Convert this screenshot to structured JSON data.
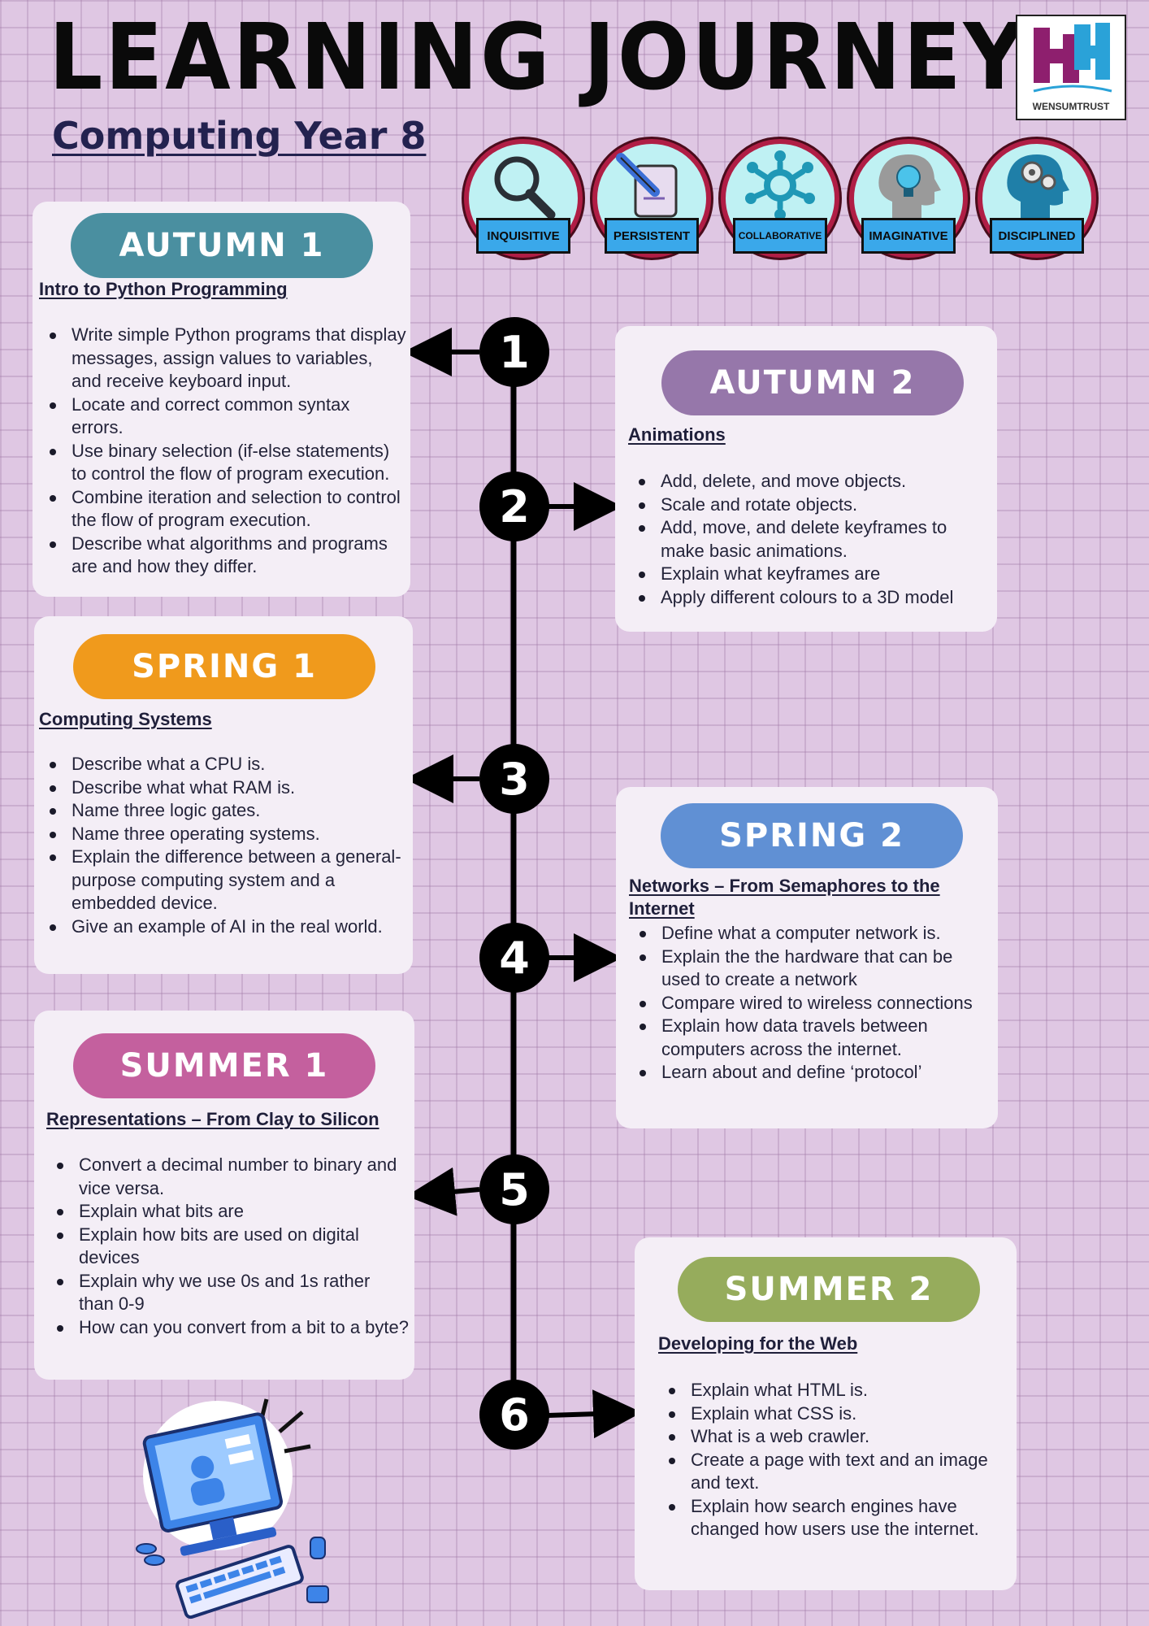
{
  "header": {
    "title": "LEARNING JOURNEY",
    "subtitle": "Computing Year 8",
    "logo_text": "WENSUMTRUST"
  },
  "values": [
    {
      "label": "INQUISITIVE",
      "icon": "magnifier-icon"
    },
    {
      "label": "PERSISTENT",
      "icon": "pen-scroll-icon"
    },
    {
      "label": "COLLABORATIVE",
      "icon": "people-circle-icon"
    },
    {
      "label": "IMAGINATIVE",
      "icon": "head-lightbulb-icon"
    },
    {
      "label": "DISCIPLINED",
      "icon": "head-gears-icon"
    }
  ],
  "colors": {
    "background": "#dfc7e3",
    "autumn1": "#4a8fa0",
    "autumn2": "#9677aa",
    "spring1": "#f09a1c",
    "spring2": "#6090d4",
    "summer1": "#c4609e",
    "summer2": "#96ac5c",
    "value_ring": "#b01e45",
    "value_tag": "#3aa8ea"
  },
  "terms": {
    "autumn1": {
      "label": "AUTUMN 1",
      "topic": "Intro to Python Programming",
      "items": [
        "Write simple Python programs that display messages, assign values to variables, and receive keyboard input.",
        "Locate and correct common syntax errors.",
        "Use binary selection (if-else statements) to control the flow of program execution.",
        "Combine iteration and selection to control the flow of program execution.",
        "Describe what algorithms and programs are and how they differ."
      ]
    },
    "autumn2": {
      "label": "AUTUMN 2",
      "topic": "Animations",
      "items": [
        "Add, delete, and move objects.",
        "Scale and rotate objects.",
        "Add, move, and delete keyframes to make basic animations.",
        "Explain what keyframes are",
        "Apply different colours to a 3D model"
      ]
    },
    "spring1": {
      "label": "SPRING 1",
      "topic": "Computing Systems",
      "items": [
        "Describe what a CPU is.",
        "Describe what what RAM is.",
        "Name three logic gates.",
        "Name three operating systems.",
        "Explain the difference between a general-purpose computing system and a embedded device.",
        "Give an example of AI in the real world."
      ]
    },
    "spring2": {
      "label": "SPRING 2",
      "topic": "Networks – From Semaphores to the Internet",
      "items": [
        "Define what a computer network is.",
        "Explain the the hardware that can be used to create a network",
        "Compare wired to wireless connections",
        "Explain how data travels between computers across the internet.",
        "Learn about and define ‘protocol’"
      ]
    },
    "summer1": {
      "label": "SUMMER 1",
      "topic": "Representations – From Clay to Silicon",
      "items": [
        "Convert a decimal number to binary and vice versa.",
        "Explain what bits are",
        "Explain how bits are used on digital devices",
        "Explain why we use 0s and 1s rather than 0-9",
        "How can you convert from a bit to a byte?"
      ]
    },
    "summer2": {
      "label": "SUMMER 2",
      "topic": "Developing for the Web",
      "items": [
        "Explain what HTML is.",
        "Explain what CSS is.",
        "What is a web crawler.",
        "Create a page with text and an image and text.",
        "Explain how search engines have changed how users use the internet."
      ]
    }
  },
  "steps": [
    "1",
    "2",
    "3",
    "4",
    "5",
    "6"
  ]
}
